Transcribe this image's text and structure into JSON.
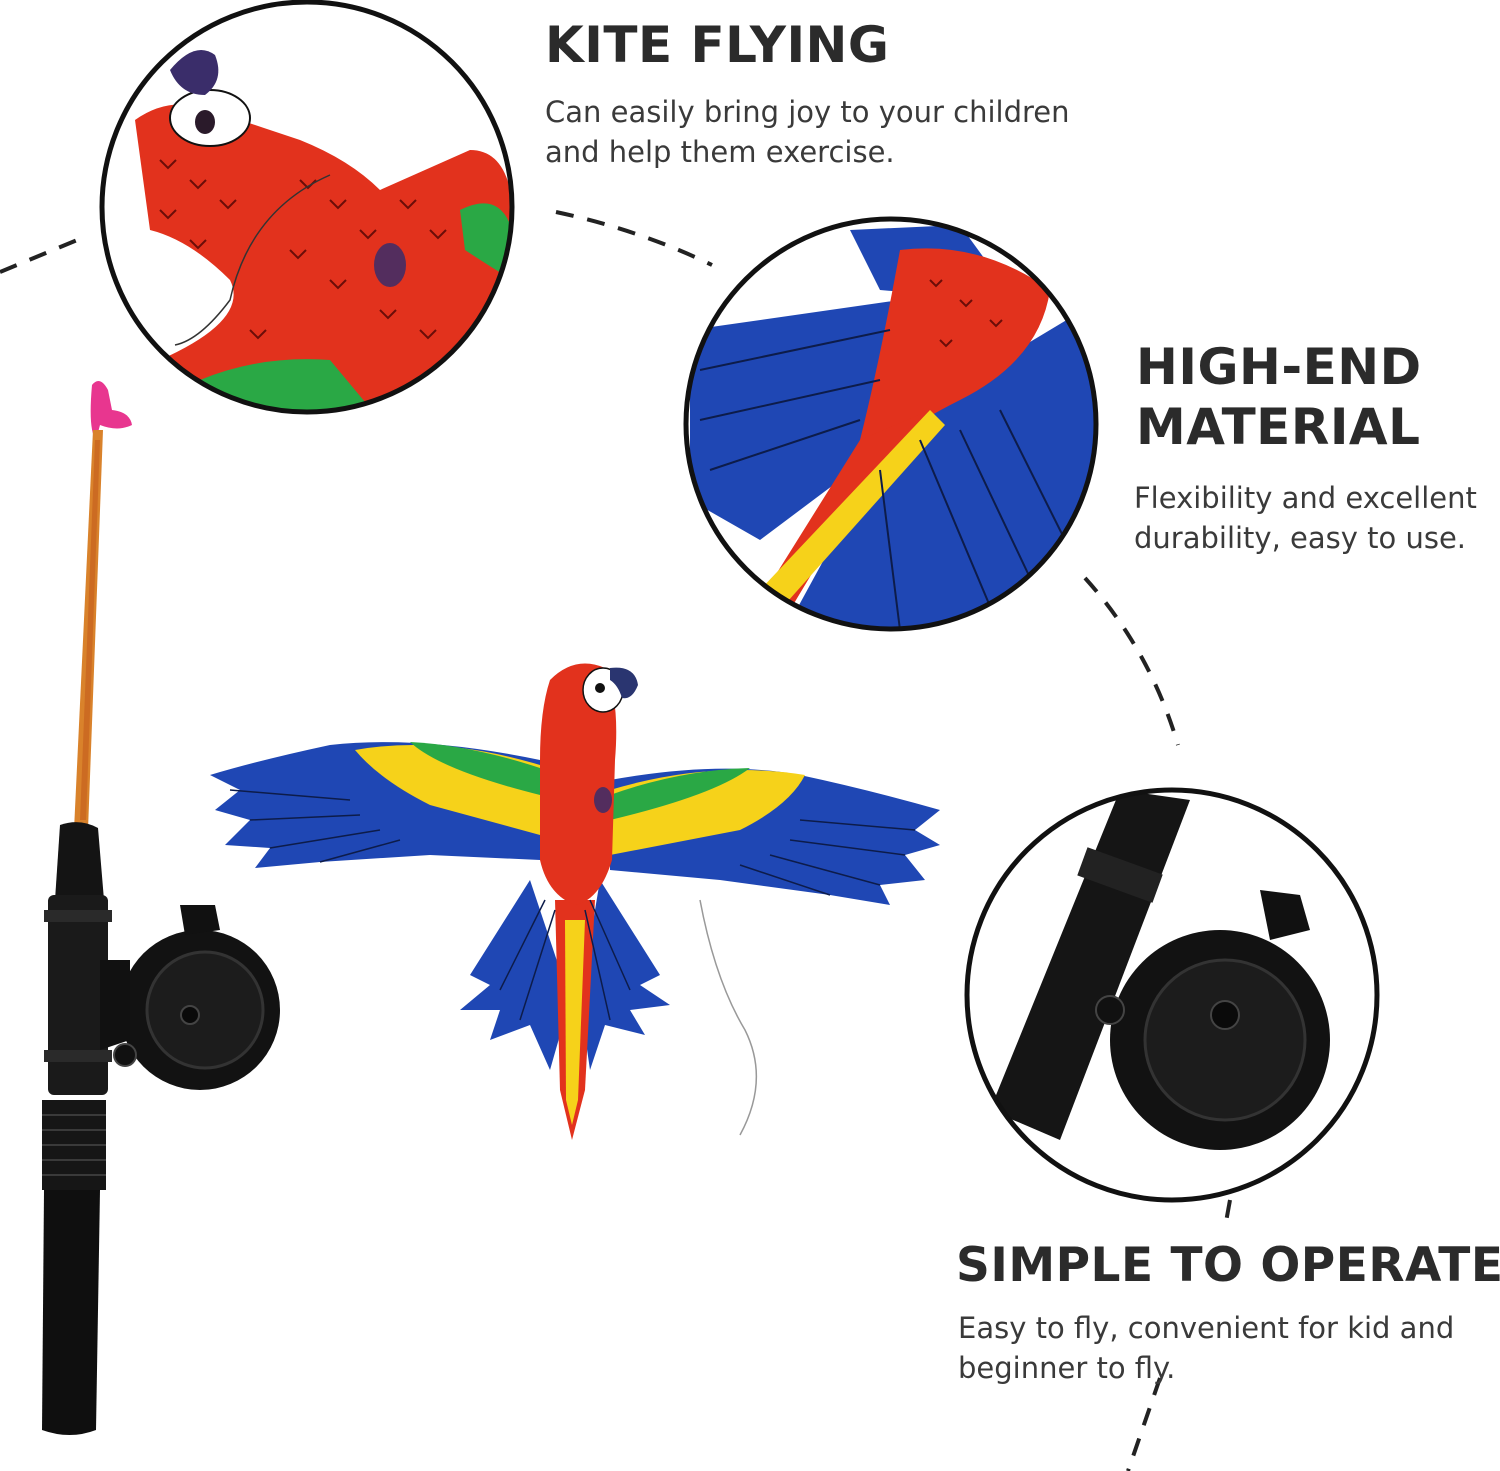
{
  "features": [
    {
      "title": "KITE FLYING",
      "description_lines": [
        "Can easily bring joy to your children",
        "and help them exercise."
      ]
    },
    {
      "title_lines": [
        "HIGH-END",
        "MATERIAL"
      ],
      "description_lines": [
        "Flexibility and excellent",
        "durability, easy to use."
      ]
    },
    {
      "title": "SIMPLE TO OPERATE",
      "description_lines": [
        "Easy to fly, convenient for kid and",
        "beginner to fly."
      ]
    }
  ],
  "colors": {
    "kite_red": "#e2321d",
    "kite_blue": "#1f47b4",
    "kite_yellow": "#f6d21a",
    "kite_green": "#2aa845",
    "reel_black": "#111111",
    "rod_orange": "#d9822b",
    "handle_pink": "#e8368f"
  },
  "images": {
    "detail_1": "parrot-kite-head-closeup",
    "detail_2": "parrot-kite-wing-closeup",
    "detail_3": "fishing-reel-closeup",
    "main": "parrot-kite-with-fishing-rod-reel"
  }
}
